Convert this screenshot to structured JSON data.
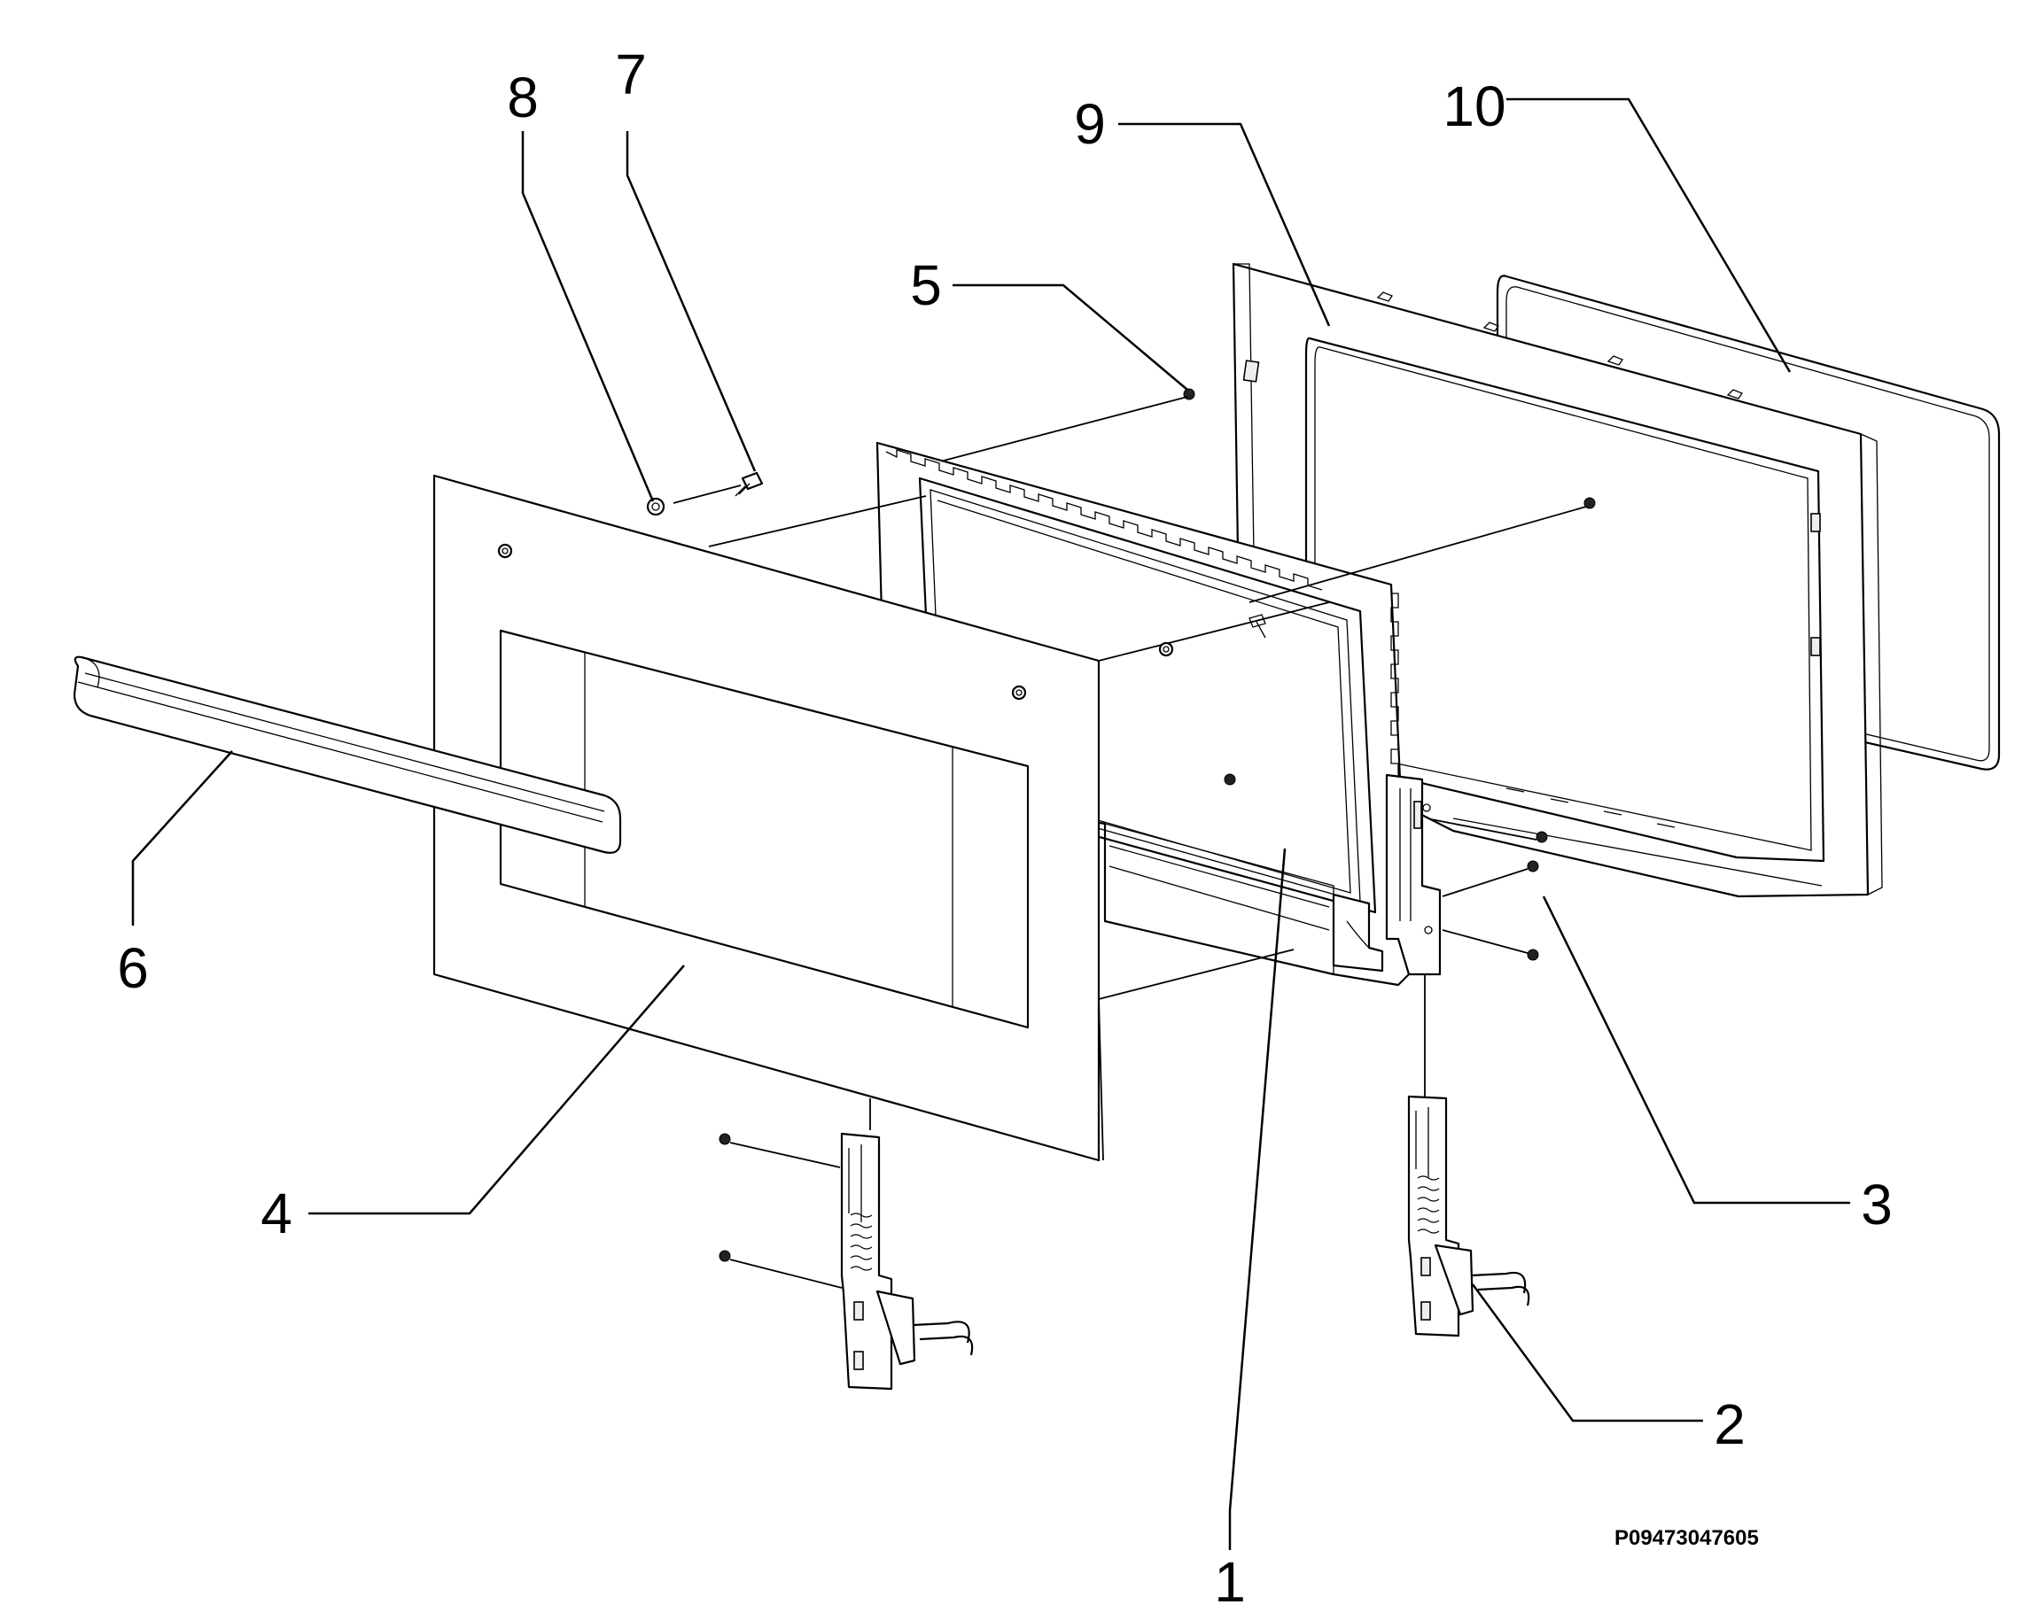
{
  "diagram": {
    "callouts": [
      {
        "id": "1",
        "label": "1"
      },
      {
        "id": "2",
        "label": "2"
      },
      {
        "id": "3",
        "label": "3"
      },
      {
        "id": "4",
        "label": "4"
      },
      {
        "id": "5",
        "label": "5"
      },
      {
        "id": "6",
        "label": "6"
      },
      {
        "id": "7",
        "label": "7"
      },
      {
        "id": "8",
        "label": "8"
      },
      {
        "id": "9",
        "label": "9"
      },
      {
        "id": "10",
        "label": "10"
      }
    ],
    "drawing_code": "P09473047605",
    "colors": {
      "line": "#000000",
      "background": "#ffffff"
    }
  }
}
